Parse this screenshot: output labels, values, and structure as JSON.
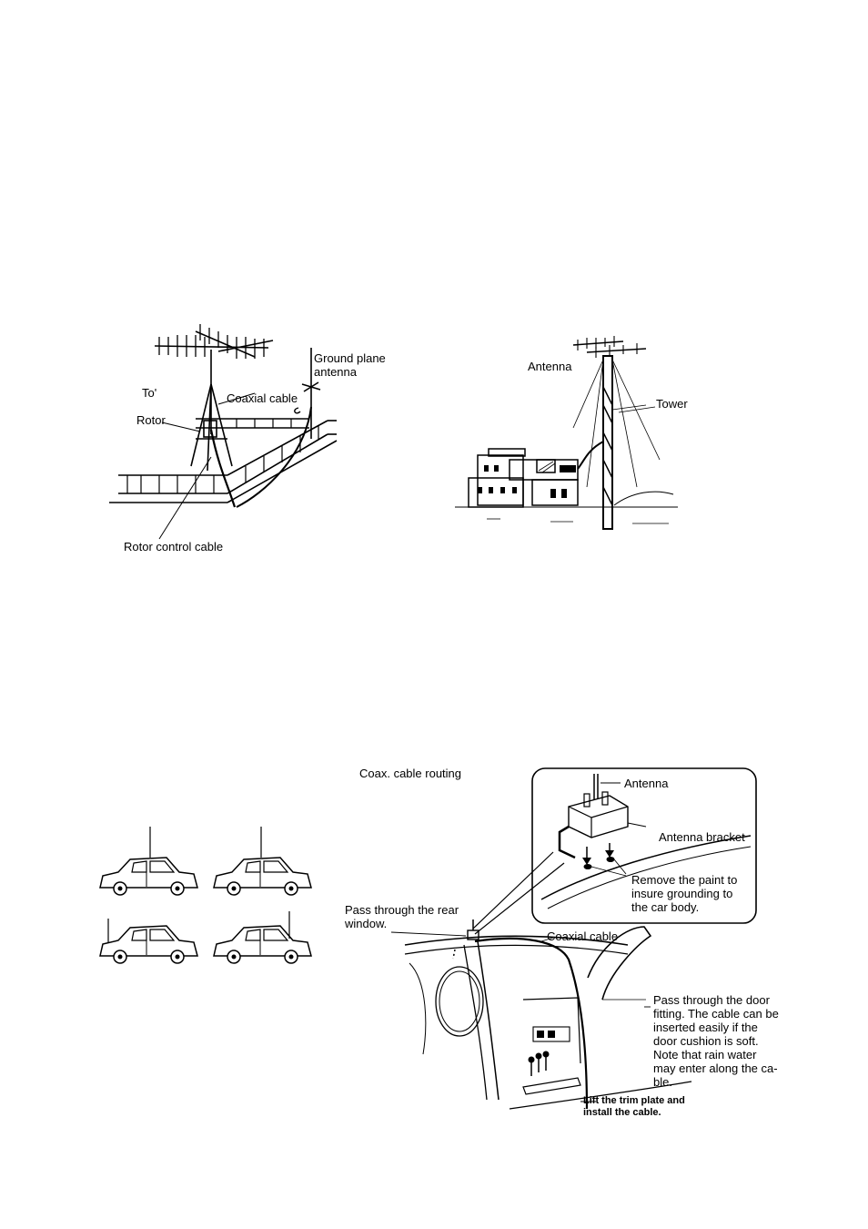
{
  "figure1": {
    "labels": {
      "ground_plane": "Ground plane",
      "ground_plane_2": "antenna",
      "tower_cut": "To'",
      "coaxial_cable": "Coaxial cable",
      "rotor": "Rotor",
      "rotor_control_cable": "Rotor control cable"
    }
  },
  "figure2": {
    "labels": {
      "antenna": "Antenna",
      "tower": "Tower"
    }
  },
  "figure4": {
    "title": "Coax. cable routing",
    "inset": {
      "antenna": "Antenna",
      "bracket": "Antenna bracket",
      "remove_paint": [
        "Remove the paint to",
        "insure grounding to",
        "the car body."
      ]
    },
    "rear_window": [
      "Pass through the rear",
      "window."
    ],
    "coaxial_cable": "Coaxial cable",
    "door_note": [
      "Pass through the door",
      "fitting. The cable can be",
      "inserted easily if the",
      "door cushion is soft.",
      "Note that rain water",
      "may enter along the ca-",
      "ble."
    ],
    "trim_note": [
      "Lift the trim plate and",
      "install the cable."
    ]
  }
}
